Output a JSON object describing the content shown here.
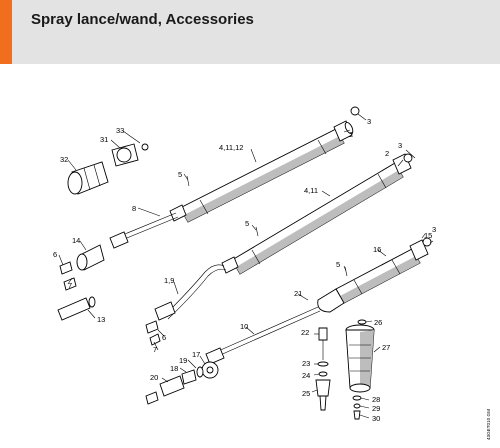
{
  "header": {
    "title": "Spray lance/wand, Accessories",
    "accent_color": "#f06e1e",
    "background_color": "#e3e3e3"
  },
  "callouts": {
    "c33": "33",
    "c31": "31",
    "c32": "32",
    "c8": "8",
    "c5a": "5",
    "c4_11_12": "4,11,12",
    "c3a": "3",
    "c2a": "2",
    "c2b": "2",
    "c3b": "3",
    "c4_11": "4,11",
    "c5b": "5",
    "c14": "14",
    "c6a": "6",
    "c7a": "7",
    "c13": "13",
    "c1_9": "1,9",
    "c6b": "6",
    "c7b": "7",
    "c10": "10",
    "c16": "16",
    "c15": "15",
    "c3c": "3",
    "c5c": "5",
    "c21": "21",
    "c26": "26",
    "c22": "22",
    "c27": "27",
    "c23": "23",
    "c24": "24",
    "c25": "25",
    "c28": "28",
    "c29": "29",
    "c30": "30",
    "c17": "17",
    "c19": "19",
    "c18": "18",
    "c20": "20"
  },
  "diagram_code": "43GET010 GM"
}
